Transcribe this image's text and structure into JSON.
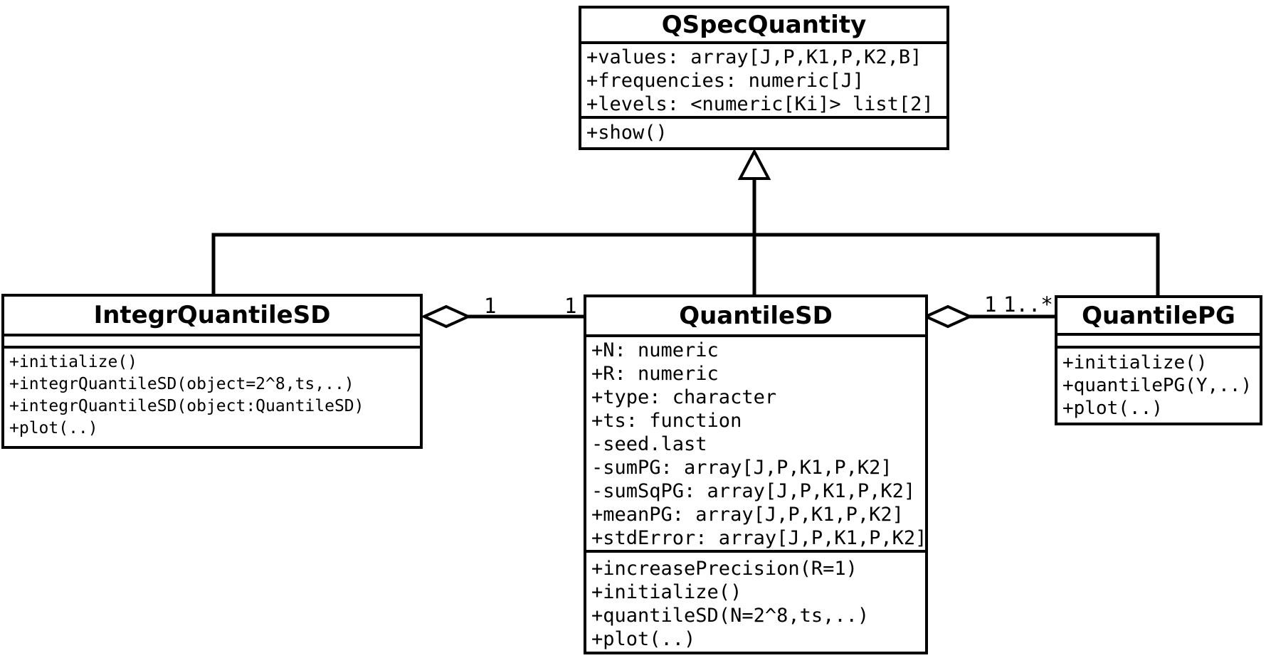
{
  "diagram_type": "uml-class-diagram",
  "colors": {
    "background": "#ffffff",
    "line": "#000000",
    "text": "#000000",
    "shape_fill": "#ffffff"
  },
  "classes": {
    "qSpecQuantity": {
      "name": "QSpecQuantity",
      "attributes": [
        "+values: array[J,P,K1,P,K2,B]",
        "+frequencies: numeric[J]",
        "+levels: <numeric[Ki]> list[2]"
      ],
      "methods": [
        "+show()"
      ]
    },
    "integrQuantileSD": {
      "name": "IntegrQuantileSD",
      "attributes": [],
      "methods": [
        "+initialize()",
        "+integrQuantileSD(object=2^8,ts,..)",
        "+integrQuantileSD(object:QuantileSD)",
        "+plot(..)"
      ]
    },
    "quantileSD": {
      "name": "QuantileSD",
      "attributes": [
        "+N: numeric",
        "+R: numeric",
        "+type: character",
        "+ts: function",
        "-seed.last",
        "-sumPG: array[J,P,K1,P,K2]",
        "-sumSqPG: array[J,P,K1,P,K2]",
        "+meanPG: array[J,P,K1,P,K2]",
        "+stdError: array[J,P,K1,P,K2]"
      ],
      "methods": [
        "+increasePrecision(R=1)",
        "+initialize()",
        "+quantileSD(N=2^8,ts,..)",
        "+plot(..)"
      ]
    },
    "quantilePG": {
      "name": "QuantilePG",
      "attributes": [],
      "methods": [
        "+initialize()",
        "+quantilePG(Y,..)",
        "+plot(..)"
      ]
    }
  },
  "relationships": {
    "inheritance": {
      "parent": "QSpecQuantity",
      "children": [
        "IntegrQuantileSD",
        "QuantileSD",
        "QuantilePG"
      ]
    },
    "aggregations": [
      {
        "whole": "IntegrQuantileSD",
        "part": "QuantileSD",
        "whole_end_label": "1",
        "part_end_label": "1"
      },
      {
        "whole": "QuantileSD",
        "part": "QuantilePG",
        "whole_end_label": "1",
        "part_end_label": "1..*"
      }
    ]
  }
}
